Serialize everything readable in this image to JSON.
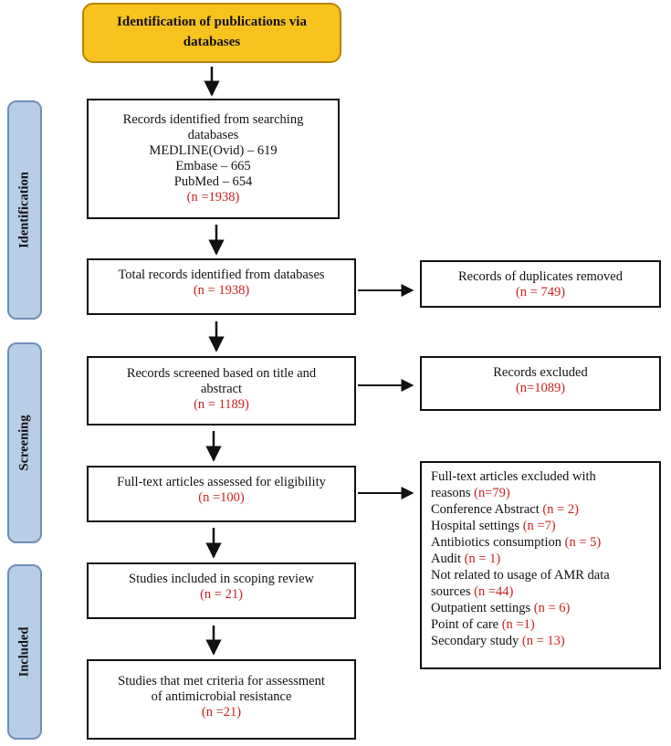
{
  "top": {
    "line1": "Identification of publications via",
    "line2": "databases"
  },
  "phases": {
    "identification": "Identification",
    "screening": "Screening",
    "included": "Included"
  },
  "records_search": {
    "line1": "Records identified from searching",
    "line2": "databases",
    "line3": "MEDLINE(Ovid) – 619",
    "line4": "Embase – 665",
    "line5": "PubMed – 654",
    "count": "(n =1938)"
  },
  "total_records": {
    "label": "Total records identified from databases",
    "count": "(n = 1938)"
  },
  "duplicates": {
    "label": "Records of duplicates removed",
    "count": "(n = 749)"
  },
  "screened": {
    "line1": "Records screened based on title and",
    "line2": "abstract",
    "count": "(n = 1189)"
  },
  "excluded": {
    "label": "Records excluded",
    "count": "(n=1089)"
  },
  "fulltext": {
    "label": "Full-text articles assessed for eligibility",
    "count": "(n =100)"
  },
  "fulltext_excluded": {
    "line1": "Full-text articles excluded with",
    "line2": "reasons",
    "line2_count": "(n=79)",
    "reasons": [
      {
        "label": "Conference Abstract",
        "count": "(n = 2)"
      },
      {
        "label": "Hospital settings",
        "count": "(n =7)"
      },
      {
        "label": "Antibiotics consumption",
        "count": "(n = 5)"
      },
      {
        "label": "Audit",
        "count": "(n = 1)"
      },
      {
        "label": "Not related to usage of AMR data",
        "count": ""
      },
      {
        "label": "sources",
        "count": "(n =44)"
      },
      {
        "label": "Outpatient settings",
        "count": "(n = 6)"
      },
      {
        "label": "Point of care",
        "count": "(n =1)"
      },
      {
        "label": "Secondary study",
        "count": "(n = 13)"
      }
    ]
  },
  "included_review": {
    "label": "Studies included in scoping review",
    "count": "(n = 21)"
  },
  "final": {
    "line1": "Studies that met criteria for assessment",
    "line2": "of antimicrobial resistance",
    "count": "(n =21)"
  }
}
